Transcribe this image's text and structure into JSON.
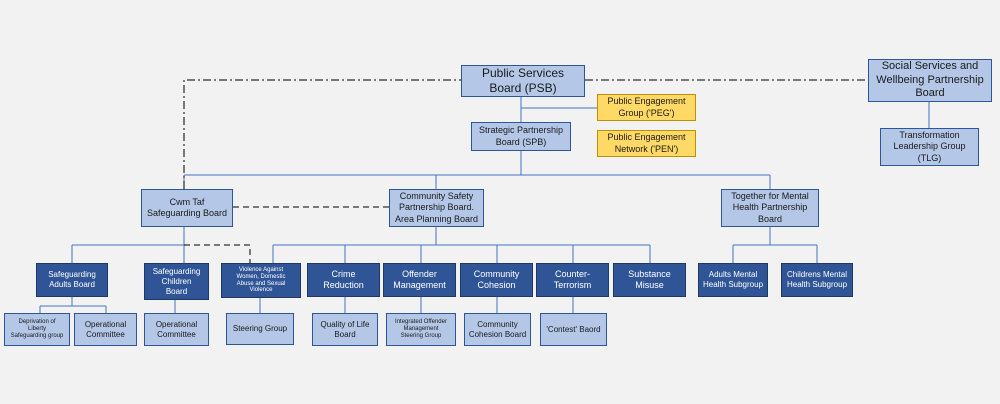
{
  "nodes": {
    "psb": "Public Services\nBoard (PSB)",
    "ssw": "Social Services and\nWellbeing Partnership\nBoard",
    "peg": "Public Engagement\nGroup ('PEG')",
    "pen": "Public Engagement\nNetwork ('PEN')",
    "spb": "Strategic Partnership\nBoard (SPB)",
    "tlg": "Transformation\nLeadership Group\n(TLG)",
    "cwm": "Cwm Taf\nSafeguarding Board",
    "csp": "Community Safety\nPartnership Board.\nArea Planning Board",
    "tmh": "Together for Mental\nHealth Partnership\nBoard",
    "sab": "Safeguarding\nAdults Board",
    "scb": "Safeguarding\nChildren\nBoard",
    "vaw": "Violence Against\nWomen, Domestic\nAbuse  and Sexual\nViolence",
    "crime": "Crime\nReduction",
    "offender": "Offender\nManagement",
    "cohesion": "Community\nCohesion",
    "counter": "Counter-\nTerrorism",
    "substance": "Substance\nMisuse",
    "amh": "Adults Mental\nHealth Subgroup",
    "cmh": "Childrens Mental\nHealth Subgroup",
    "dols": "Deprivation of\nLiberty\nSafeguarding group",
    "opc1": "Operational\nCommittee",
    "opc2": "Operational\nCommittee",
    "steer": "Steering Group",
    "qol": "Quality of Life\nBoard",
    "iom": "Integrated Offender\nManagement\nSteering Group",
    "ccb": "Community\nCohesion Board",
    "contest": "'Contest' Baord"
  },
  "colors": {
    "light_box": "#b4c7e7",
    "dark_box": "#2f5597",
    "yellow_box": "#ffd966",
    "connector": "#2f5597",
    "dashed": "#000000"
  }
}
